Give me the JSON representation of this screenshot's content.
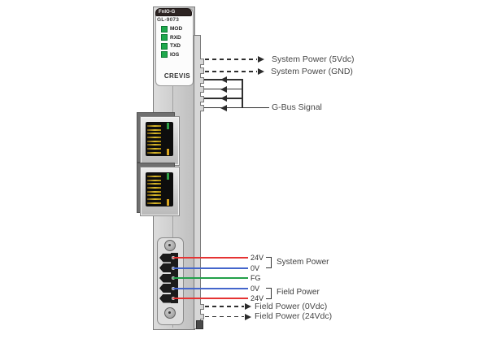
{
  "device": {
    "series": "FnIO-G",
    "model": "GL-9073",
    "brand": "CREVIS",
    "led_color": "#1fa94d",
    "leds": [
      {
        "label": "MOD"
      },
      {
        "label": "RXD"
      },
      {
        "label": "TXD"
      },
      {
        "label": "IOS"
      }
    ]
  },
  "top_annotations": [
    {
      "label": "System Power (5Vdc)",
      "line_style": "dashed",
      "arrow_direction": "right"
    },
    {
      "label": "System Power (GND)",
      "line_style": "dashed",
      "arrow_direction": "right"
    }
  ],
  "gbus": {
    "label": "G-Bus Signal",
    "line_count": 4,
    "arrow_direction": "left"
  },
  "terminal": {
    "wires": [
      {
        "label": "24V",
        "color": "#e53333"
      },
      {
        "label": "0V",
        "color": "#4466cc"
      },
      {
        "label": "FG",
        "color": "#22a04a"
      },
      {
        "label": "0V",
        "color": "#4466cc"
      },
      {
        "label": "24V",
        "color": "#e53333"
      }
    ],
    "groups": [
      {
        "label": "System Power"
      },
      {
        "label": "Field Power"
      }
    ]
  },
  "bottom_annotations": [
    {
      "label": "Field Power (0Vdc)",
      "line_style": "dashed",
      "arrow_direction": "right"
    },
    {
      "label": "Field Power (24Vdc)",
      "line_style": "dashed",
      "arrow_direction": "right"
    }
  ]
}
